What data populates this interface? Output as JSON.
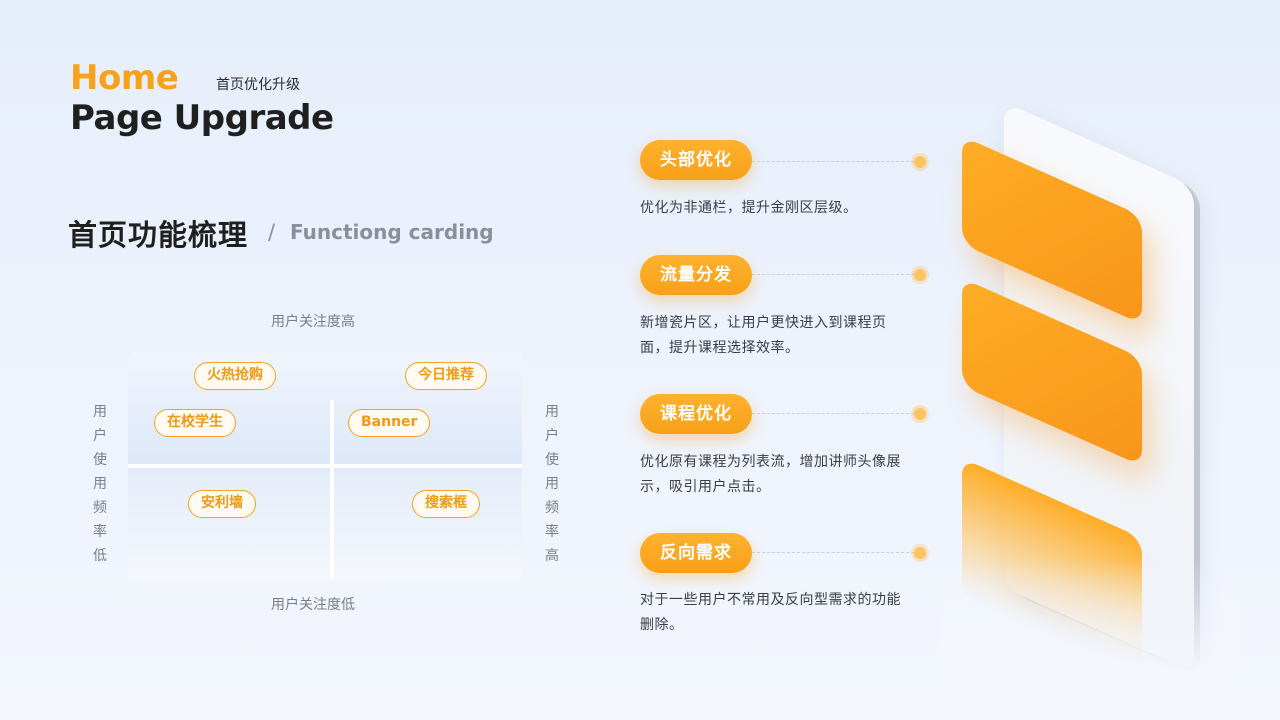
{
  "header": {
    "home": "Home",
    "subtitle_cn": "首页优化升级",
    "page_upgrade": "Page Upgrade"
  },
  "section": {
    "title": "首页功能梳理",
    "slash": "/",
    "title_en": "Functiong carding"
  },
  "quadrant": {
    "axis_top": "用户关注度高",
    "axis_bottom": "用户关注度低",
    "axis_left": "用户使用频率低",
    "axis_right": "用户使用频率高",
    "tags": [
      "火热抢购",
      "今日推荐",
      "在校学生",
      "Banner",
      "安利墙",
      "搜索框"
    ]
  },
  "features": [
    {
      "label": "头部优化",
      "desc": "优化为非通栏，提升金刚区层级。"
    },
    {
      "label": "流量分发",
      "desc": "新增瓷片区，让用户更快进入到课程页面，提升课程选择效率。"
    },
    {
      "label": "课程优化",
      "desc": "优化原有课程为列表流，增加讲师头像展示，吸引用户点击。"
    },
    {
      "label": "反向需求",
      "desc": "对于一些用户不常用及反向型需求的功能删除。"
    }
  ],
  "colors": {
    "accent": "#f6a21c",
    "text_dark": "#1f1f1f",
    "text_muted": "#8a8f99"
  }
}
